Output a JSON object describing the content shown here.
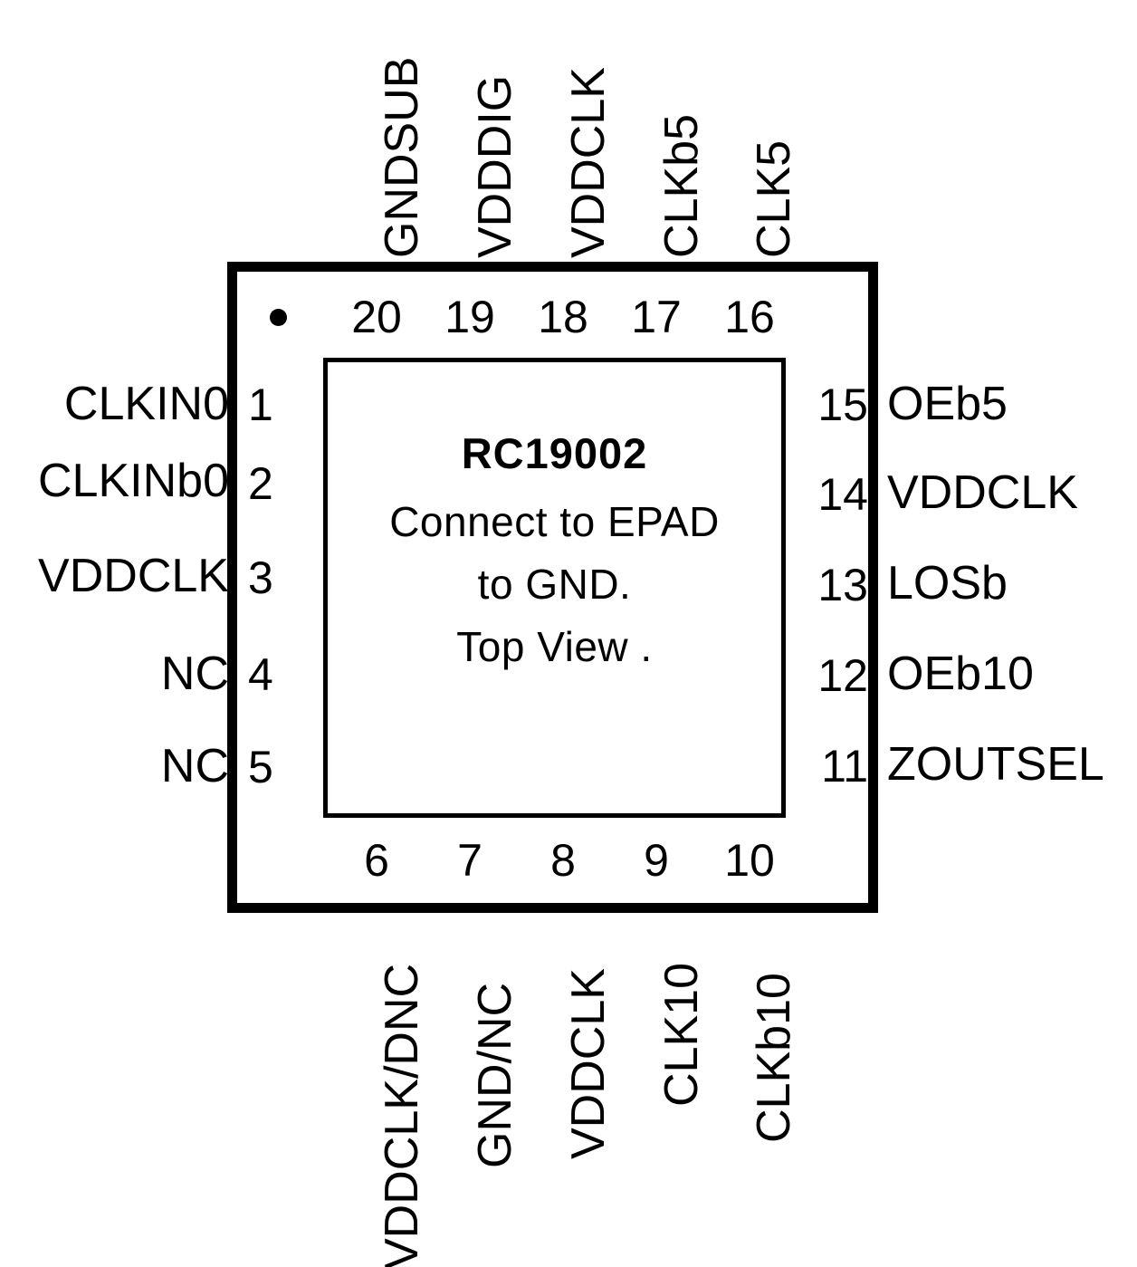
{
  "diagram": {
    "title": "RC19002 20-pin package pinout",
    "pin1_marker": "pin-1-indicator-dot",
    "colors": {
      "outline": "#000000",
      "background": "#ffffff",
      "text": "#000000"
    }
  },
  "center": {
    "part_number": "RC19002",
    "note_line1": "Connect to EPAD",
    "note_line2": "to GND.",
    "note_line3": "Top View ."
  },
  "pins": {
    "left": [
      {
        "number": "1",
        "label": "CLKIN0"
      },
      {
        "number": "2",
        "label": "CLKINb0"
      },
      {
        "number": "3",
        "label": "VDDCLK"
      },
      {
        "number": "4",
        "label": "NC"
      },
      {
        "number": "5",
        "label": "NC"
      }
    ],
    "bottom": [
      {
        "number": "6",
        "label": "VDDCLK/DNC"
      },
      {
        "number": "7",
        "label": "GND/NC"
      },
      {
        "number": "8",
        "label": "VDDCLK"
      },
      {
        "number": "9",
        "label": "CLK10"
      },
      {
        "number": "10",
        "label": "CLKb10"
      }
    ],
    "right": [
      {
        "number": "11",
        "label": "ZOUTSEL"
      },
      {
        "number": "12",
        "label": "OEb10"
      },
      {
        "number": "13",
        "label": "LOSb"
      },
      {
        "number": "14",
        "label": "VDDCLK"
      },
      {
        "number": "15",
        "label": "OEb5"
      }
    ],
    "top": [
      {
        "number": "16",
        "label": "CLK5"
      },
      {
        "number": "17",
        "label": "CLKb5"
      },
      {
        "number": "18",
        "label": "VDDCLK"
      },
      {
        "number": "19",
        "label": "VDDDIG"
      },
      {
        "number": "20",
        "label": "GNDSUB"
      }
    ]
  }
}
